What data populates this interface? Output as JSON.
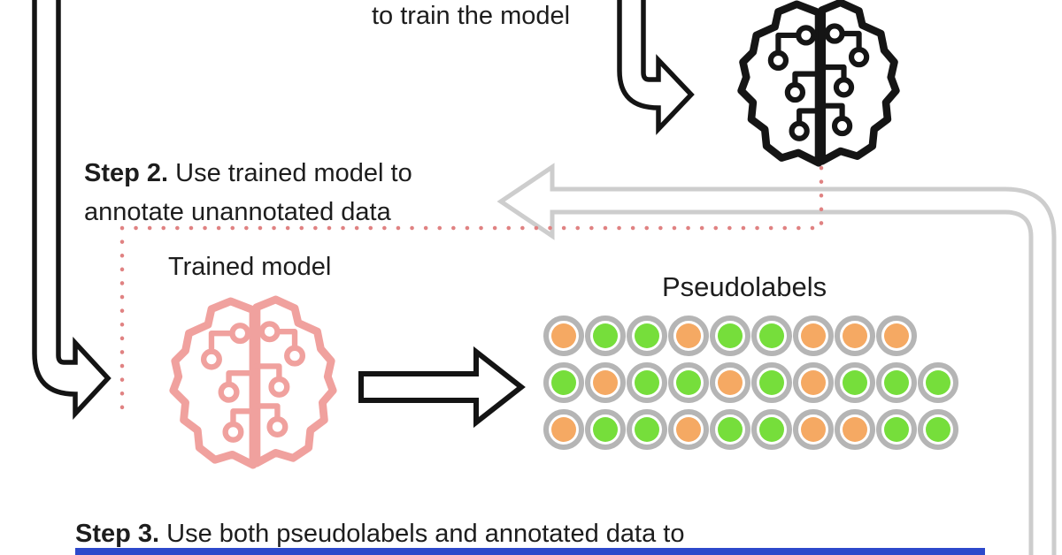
{
  "step1": {
    "caption_tail": "to train the model"
  },
  "step2": {
    "label": "Step 2.",
    "line1": " Use trained model to",
    "line2": "annotate unannotated data"
  },
  "trained_model": {
    "label": "Trained model"
  },
  "pseudolabels": {
    "title": "Pseudolabels",
    "legend": {
      "orange": "#F5A963",
      "green": "#76DE3B",
      "ring": "#B5B5B5"
    },
    "rows": [
      [
        "orange",
        "green",
        "green",
        "orange",
        "green",
        "green",
        "orange",
        "orange",
        "orange"
      ],
      [
        "green",
        "orange",
        "green",
        "green",
        "orange",
        "green",
        "orange",
        "green",
        "green",
        "green"
      ],
      [
        "orange",
        "green",
        "green",
        "orange",
        "green",
        "green",
        "orange",
        "orange",
        "green",
        "green"
      ]
    ]
  },
  "step3": {
    "label": "Step 3.",
    "text": " Use both pseudolabels and annotated data to"
  },
  "colors": {
    "black_arrow": "#141414",
    "gray_loop": "#cdcdcd",
    "dotted_pink": "#e08282",
    "brain_black": "#151515",
    "brain_pink": "#f0a19e",
    "bottom_bar_blue": "#2d49cb"
  }
}
